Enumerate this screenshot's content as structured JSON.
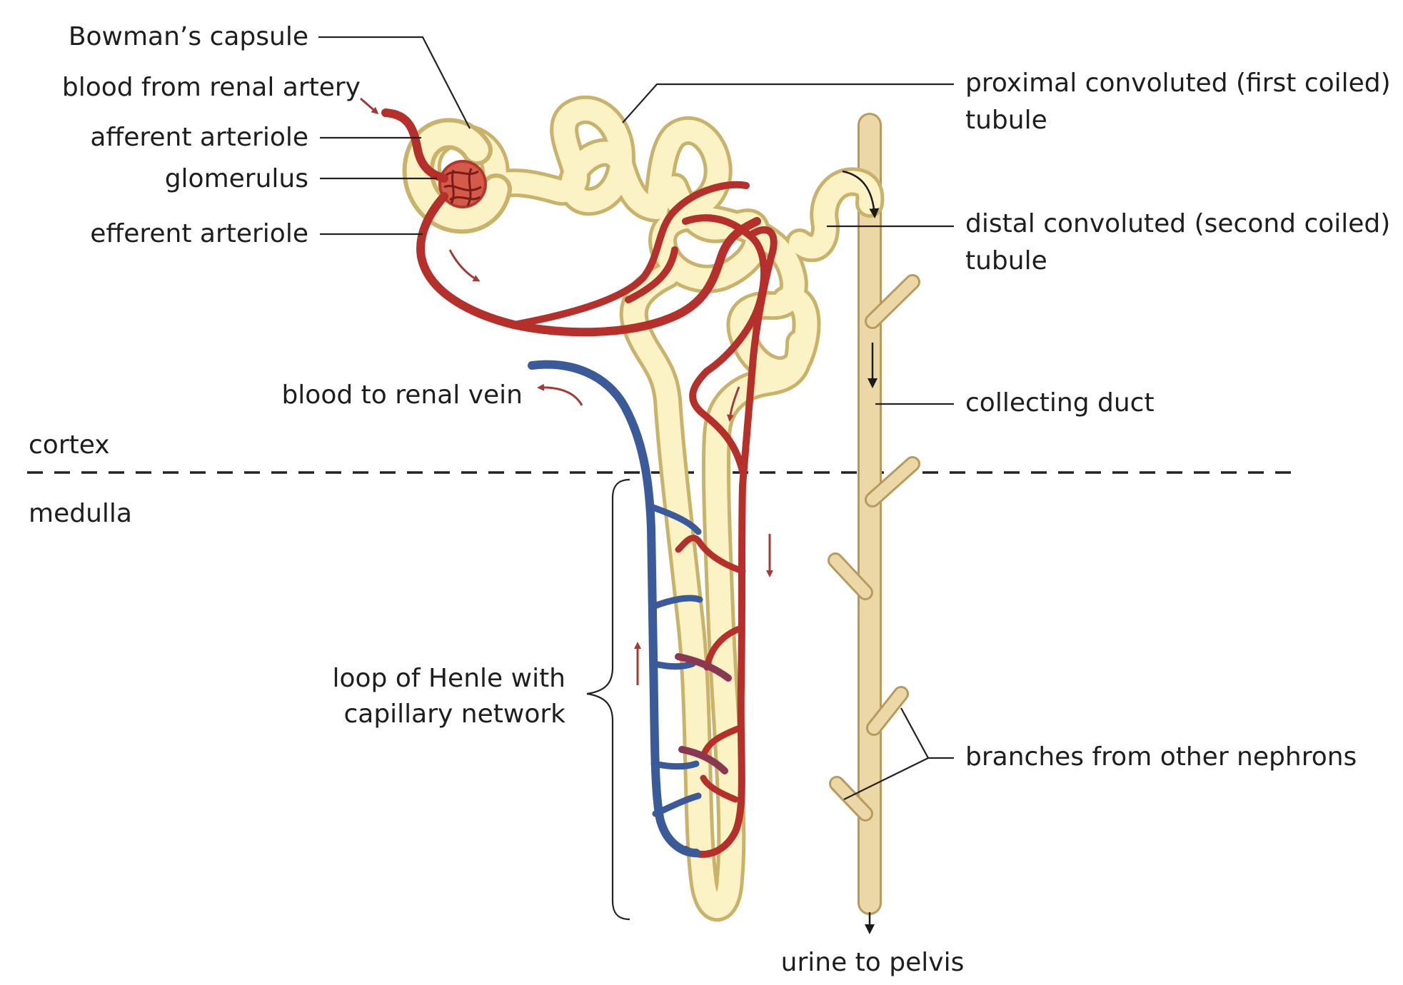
{
  "labels": {
    "bowmans_capsule": "Bowman’s capsule",
    "blood_from_renal_artery": "blood from renal artery",
    "afferent_arteriole": "afferent arteriole",
    "glomerulus": "glomerulus",
    "efferent_arteriole": "efferent arteriole",
    "proximal_line1": "proximal convoluted (first coiled)",
    "proximal_line2": "tubule",
    "distal_line1": "distal convoluted (second coiled)",
    "distal_line2": "tubule",
    "blood_to_renal_vein": "blood to renal vein",
    "collecting_duct": "collecting duct",
    "cortex": "cortex",
    "medulla": "medulla",
    "loop_line1": "loop of Henle with",
    "loop_line2": "capillary network",
    "branches": "branches from other nephrons",
    "urine": "urine to pelvis"
  },
  "colors": {
    "tubule": "#f6e9b2",
    "tubule_outline": "#c9b36a",
    "artery": "#b5302b",
    "vein": "#3a5a9a",
    "collecting_duct": "#e7cf9c",
    "arrow_blood": "#a33a36",
    "arrow_flow": "#1a1a1a"
  }
}
